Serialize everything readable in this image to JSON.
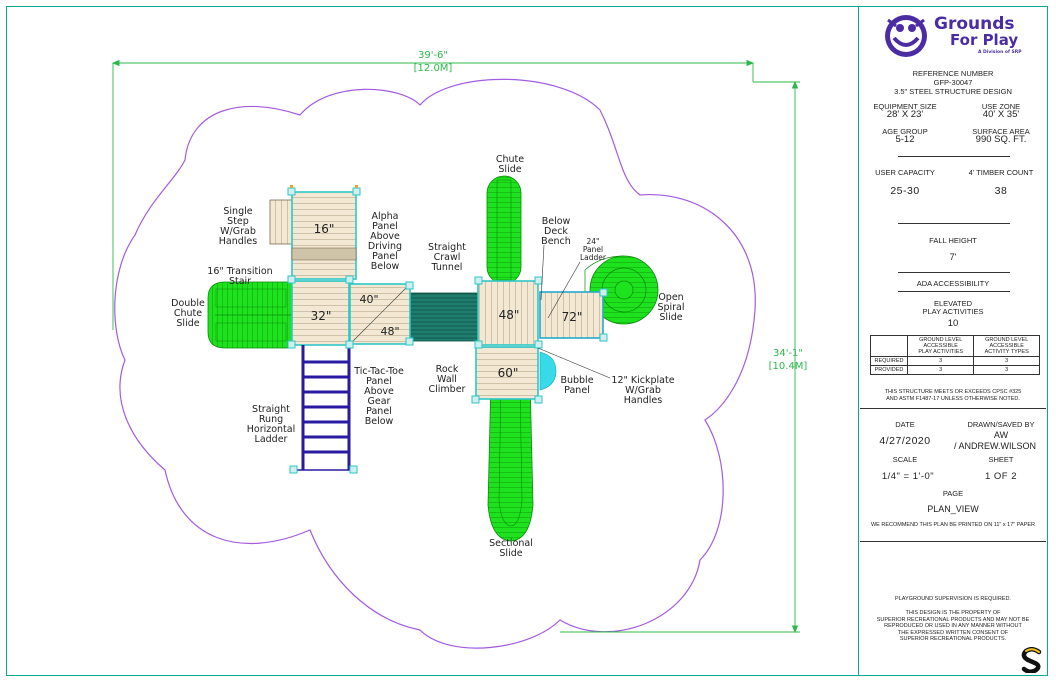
{
  "dimensions": {
    "width": "39'-6\"",
    "width_metric": "[12.0M]",
    "height": "34'-1\"",
    "height_metric": "[10.4M]"
  },
  "labels": {
    "chute_slide": "Chute\nSlide",
    "single_step": "Single\nStep\nW/Grab\nHandles",
    "alpha_panel": "Alpha\nPanel\nAbove\nDriving\nPanel\nBelow",
    "crawl_tunnel": "Straight\nCrawl\nTunnel",
    "below_deck_bench": "Below\nDeck\nBench",
    "panel_ladder": "24\"\nPanel\nLadder",
    "transition_stair": "16\" Transition\nStair",
    "double_chute": "Double\nChute\nSlide",
    "spiral_slide": "Open\nSpiral\nSlide",
    "tic_tac_toe": "Tic-Tac-Toe\nPanel\nAbove\nGear\nPanel\nBelow",
    "rock_wall": "Rock\nWall\nClimber",
    "bubble_panel": "Bubble\nPanel",
    "kickplate": "12\" Kickplate\nW/Grab\nHandles",
    "horizontal_ladder": "Straight\nRung\nHorizontal\nLadder",
    "sectional_slide": "Sectional\nSlide"
  },
  "decks": {
    "d16": "16\"",
    "d32": "32\"",
    "d40": "40\"",
    "d48a": "48\"",
    "d48b": "48\"",
    "d72": "72\"",
    "d60": "60\""
  },
  "title_block": {
    "brand_line1": "Grounds",
    "brand_line2": "For Play",
    "brand_tag": "A Division of SRP",
    "reference_label": "REFERENCE NUMBER",
    "reference_number": "GFP-30047",
    "design": "3.5\" STEEL STRUCTURE DESIGN",
    "equipment_size_label": "EQUIPMENT SIZE",
    "equipment_size": "28' X 23'",
    "use_zone_label": "USE ZONE",
    "use_zone": "40' X 35'",
    "age_group_label": "AGE GROUP",
    "age_group": "5-12",
    "surface_area_label": "SURFACE AREA",
    "surface_area": "990 SQ. FT.",
    "user_capacity_label": "USER CAPACITY",
    "user_capacity": "25-30",
    "timber_label": "4' TIMBER COUNT",
    "timber_count": "38",
    "fall_height_label": "FALL HEIGHT",
    "fall_height": "7'",
    "ada_label": "ADA ACCESSIBILITY",
    "elevated_label": "ELEVATED\nPLAY ACTIVITIES",
    "elevated_value": "10",
    "ada_col1": "GROUND LEVEL\nACCESSIBLE\nPLAY ACTIVITIES",
    "ada_col2": "GROUND LEVEL\nACCESSIBLE\nACTIVITY TYPES",
    "required_label": "REQUIRED",
    "required_1": "3",
    "required_2": "3",
    "provided_label": "PROVIDED",
    "provided_1": "3",
    "provided_2": "3",
    "cpsc_note": "THIS STRUCTURE MEETS OR EXCEEDS CPSC #325\nAND ASTM F1487-17 UNLESS OTHERWISE NOTED.",
    "date_label": "DATE",
    "date": "4/27/2020",
    "drawn_label": "DRAWN/SAVED BY",
    "drawn_initials": "AW",
    "drawn_name": "/ ANDREW.WILSON",
    "scale_label": "SCALE",
    "scale": "1/4\" = 1'-0\"",
    "sheet_label": "SHEET",
    "sheet": "1   OF   2",
    "page_label": "PAGE",
    "page": "PLAN_VIEW",
    "print_note": "WE RECOMMEND THIS PLAN BE PRINTED ON 11\" x 17\" PAPER",
    "supervision": "PLAYGROUND SUPERVISION IS REQUIRED.",
    "property_note": "THIS DESIGN IS THE PROPERTY OF\nSUPERIOR RECREATIONAL PRODUCTS AND MAY NOT BE\nREPRODUCED OR USED IN ANY MANNER WITHOUT\nTHE EXPRESSED WRITTEN CONSENT OF\nSUPERIOR RECREATIONAL PRODUCTS."
  },
  "colors": {
    "border": "#0aa890",
    "use_zone": "#a45be0",
    "dimension": "#2db84a",
    "slide": "#1fe21f",
    "deck": "#f0e6d2",
    "roof_frame": "#2ec7c7",
    "ladder": "#2a1aa0",
    "brand": "#4b2ca3",
    "bubble": "#38d9e8"
  }
}
